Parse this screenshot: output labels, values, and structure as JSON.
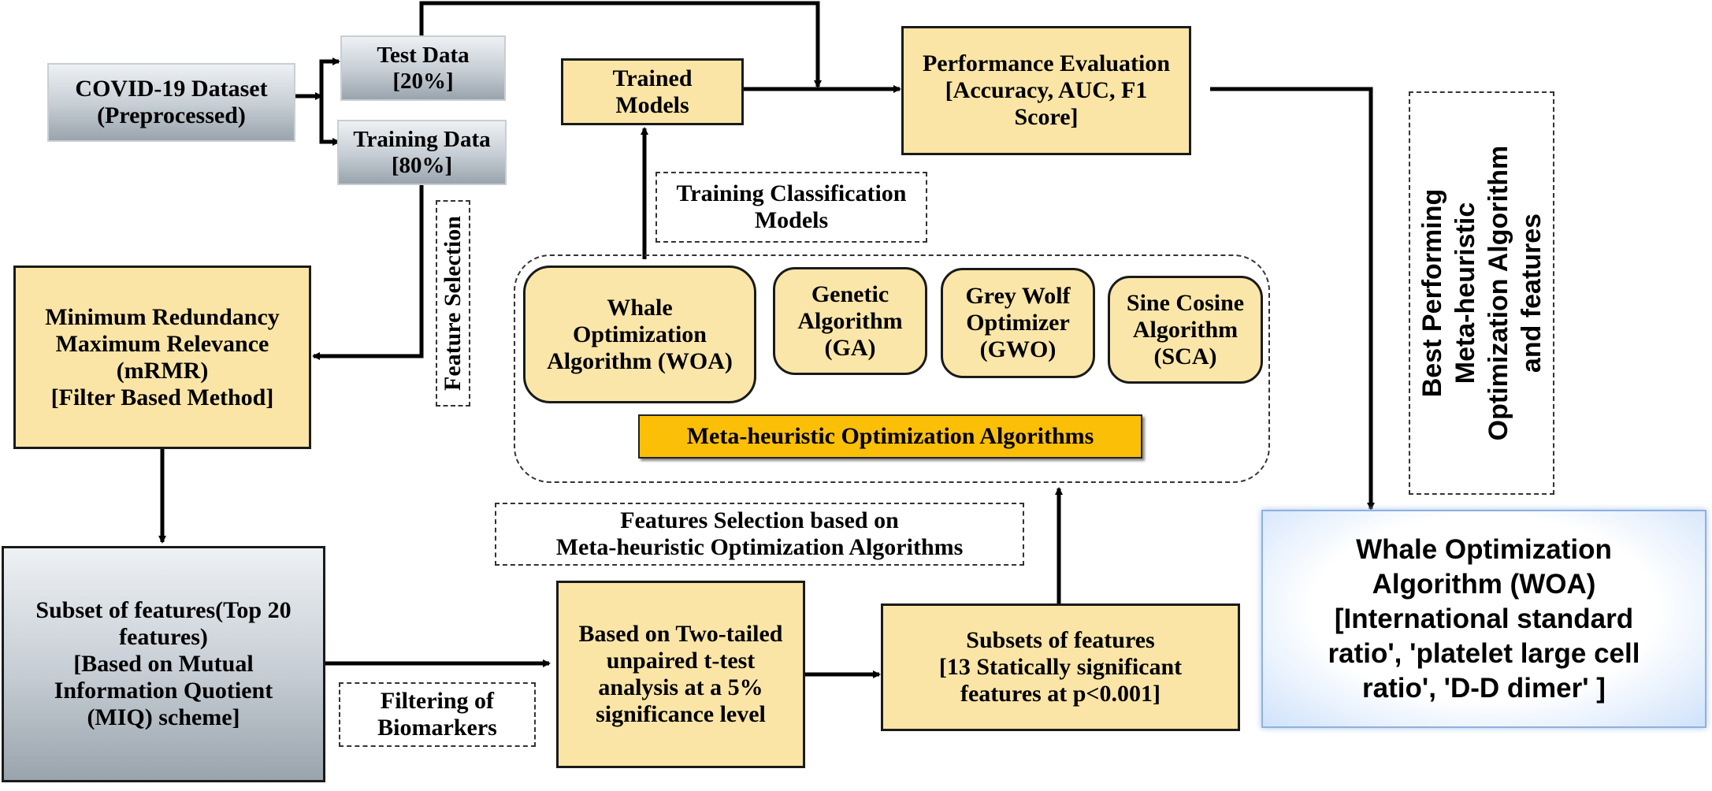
{
  "nodes": {
    "covid_dataset": "COVID-19 Dataset\n(Preprocessed)",
    "test_data": "Test Data\n[20%]",
    "training_data": "Training Data\n[80%]",
    "trained_models": "Trained\nModels",
    "performance_evaluation": "Performance Evaluation\n[Accuracy, AUC, F1\nScore]",
    "mrmr": "Minimum Redundancy\nMaximum Relevance\n(mRMR)\n[Filter Based Method]",
    "subset_top20": "Subset of features(Top 20\nfeatures)\n[Based on Mutual\nInformation Quotient\n(MIQ) scheme]",
    "ttest": "Based on Two-tailed\nunpaired t-test\nanalysis at a 5%\nsignificance level",
    "subsets_13": "Subsets of features\n[13 Statically significant\nfeatures at p<0.001]",
    "woa_result": "Whale Optimization\nAlgorithm (WOA)\n[International standard\nratio', 'platelet large cell\nratio', 'D-D dimer' ]"
  },
  "algorithms": [
    "Whale\nOptimization\nAlgorithm (WOA)",
    "Genetic\nAlgorithm\n(GA)",
    "Grey Wolf\nOptimizer\n(GWO)",
    "Sine Cosine\nAlgorithm\n(SCA)"
  ],
  "labels": {
    "meta_heuristic": "Meta-heuristic Optimization Algorithms",
    "training_classification": "Training Classification\nModels",
    "feature_selection": "Feature Selection",
    "features_selection_meta": "Features Selection based on\nMeta-heuristic Optimization Algorithms",
    "filtering_biomarkers": "Filtering of\nBiomarkers",
    "best_performing": "Best Performing\nMeta-heuristic\nOptimization Algorithm\nand features"
  }
}
